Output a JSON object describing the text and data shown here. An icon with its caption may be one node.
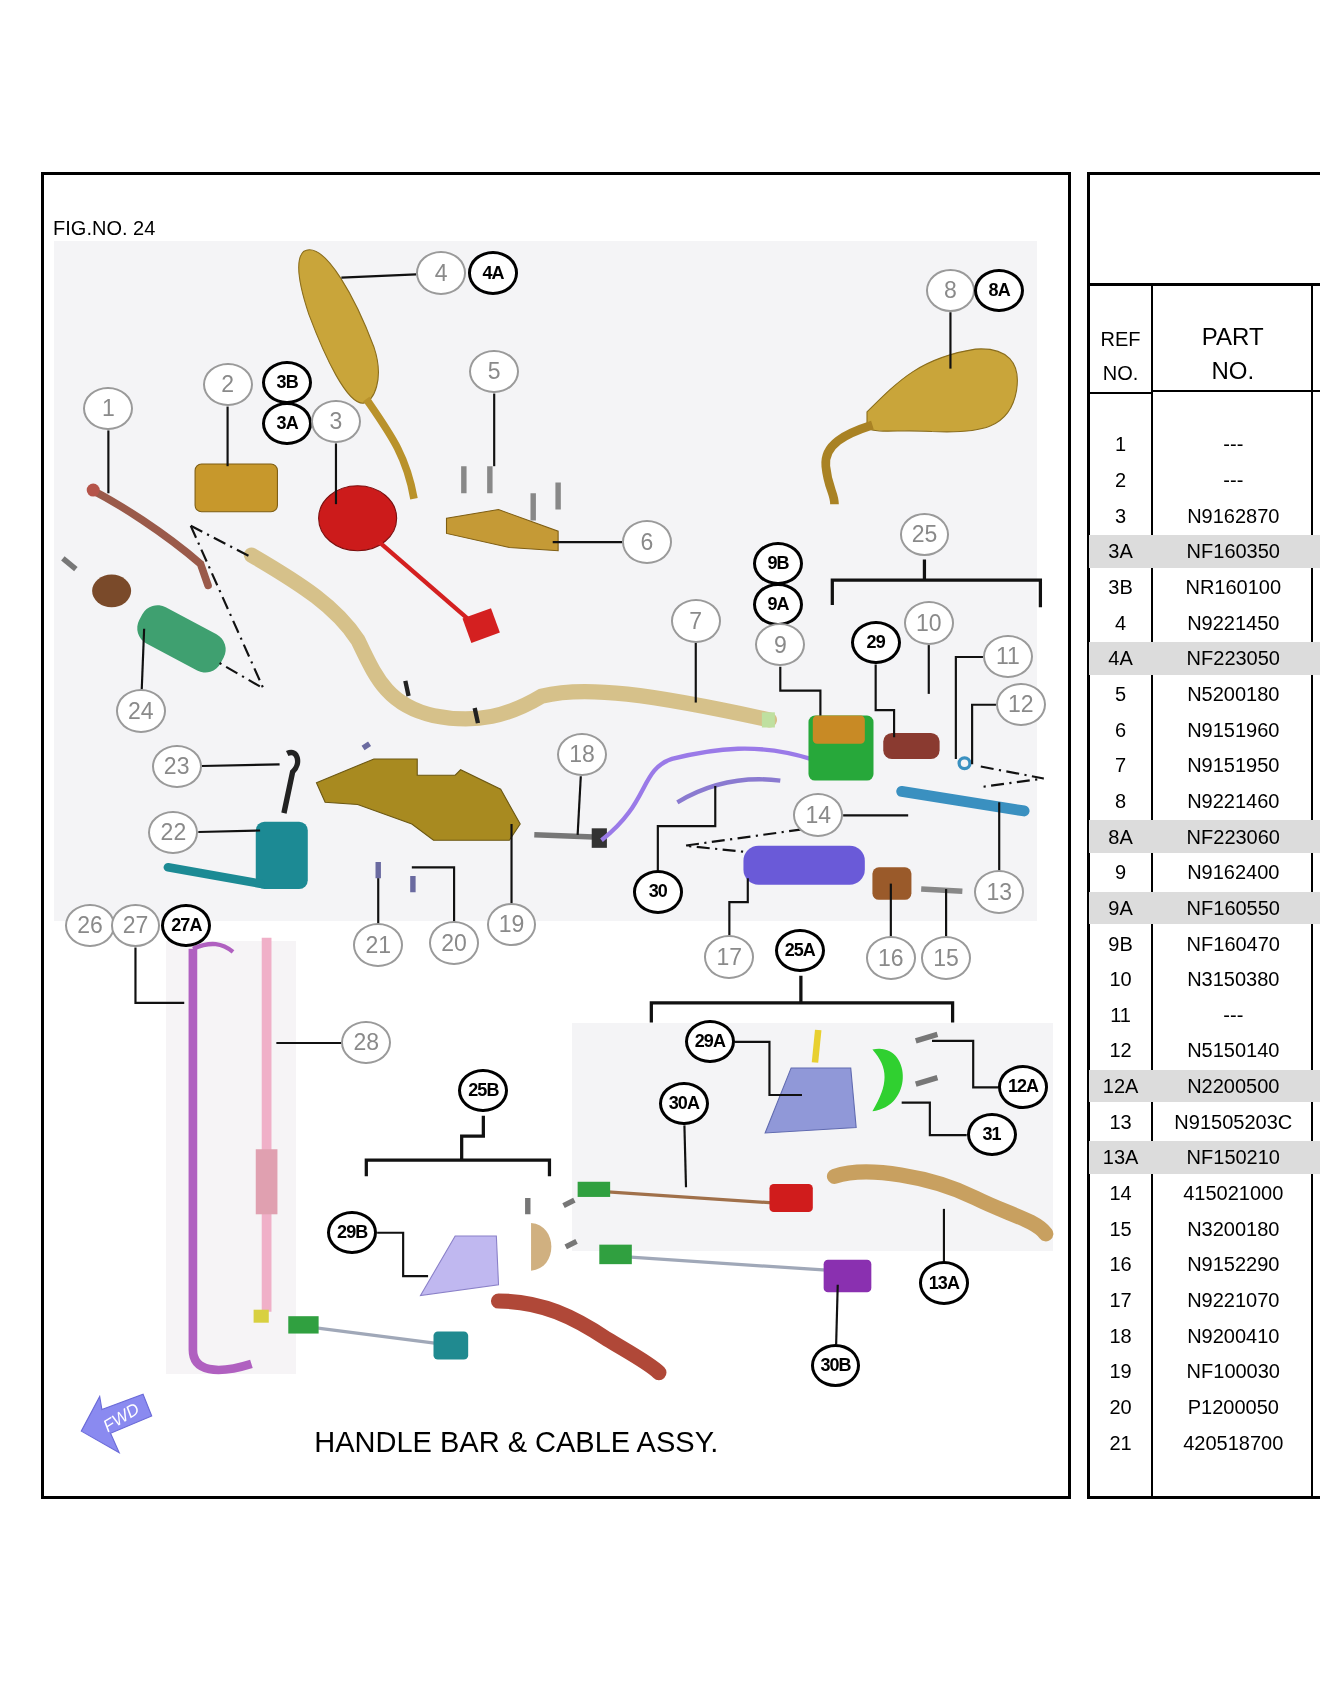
{
  "diagram": {
    "nodes": [
      {
        "text": [
          "1"
        ]
      },
      {
        "text": [
          "2"
        ]
      },
      {
        "text": [
          "3B"
        ]
      },
      {
        "text": [
          "3A"
        ]
      },
      {
        "text": [
          "3"
        ]
      },
      {
        "text": [
          "4"
        ]
      },
      {
        "text": [
          "4A"
        ]
      },
      {
        "text": [
          "5"
        ]
      },
      {
        "text": [
          "6"
        ]
      },
      {
        "text": [
          "7"
        ]
      },
      {
        "text": [
          "8"
        ]
      },
      {
        "text": [
          "8A"
        ]
      },
      {
        "text": [
          "25"
        ]
      },
      {
        "text": [
          "9B"
        ]
      },
      {
        "text": [
          "9A"
        ]
      },
      {
        "text": [
          "9"
        ]
      },
      {
        "text": [
          "29"
        ]
      },
      {
        "text": [
          "10"
        ]
      },
      {
        "text": [
          "11"
        ]
      },
      {
        "text": [
          "12"
        ]
      },
      {
        "text": [
          "24"
        ]
      },
      {
        "text": [
          "23"
        ]
      },
      {
        "text": [
          "18"
        ]
      },
      {
        "text": [
          "14"
        ]
      },
      {
        "text": [
          "22"
        ]
      },
      {
        "text": [
          "30"
        ]
      },
      {
        "text": [
          "13"
        ]
      },
      {
        "text": [
          "26"
        ]
      },
      {
        "text": [
          "27"
        ]
      },
      {
        "text": [
          "27A"
        ]
      },
      {
        "text": [
          "21"
        ]
      },
      {
        "text": [
          "20"
        ]
      },
      {
        "text": [
          "19"
        ]
      },
      {
        "text": [
          "17"
        ]
      },
      {
        "text": [
          "25A"
        ]
      },
      {
        "text": [
          "16"
        ]
      },
      {
        "text": [
          "15"
        ]
      },
      {
        "text": [
          "28"
        ]
      },
      {
        "text": [
          "29A"
        ]
      },
      {
        "text": [
          "25B"
        ]
      },
      {
        "text": [
          "12A"
        ]
      },
      {
        "text": [
          "30A"
        ]
      },
      {
        "text": [
          "31"
        ]
      },
      {
        "text": [
          "29B"
        ]
      },
      {
        "text": [
          "13A"
        ]
      },
      {
        "text": [
          "30B"
        ]
      }
    ],
    "edges": [
      {
        "from": 0,
        "to": null,
        "arrow": "none"
      },
      {
        "from": 1,
        "to": null,
        "arrow": "none"
      },
      {
        "from": 4,
        "to": null,
        "arrow": "none"
      },
      {
        "from": 5,
        "to": null,
        "arrow": "none"
      },
      {
        "from": 7,
        "to": null,
        "arrow": "none"
      },
      {
        "from": 8,
        "to": null,
        "arrow": "none"
      },
      {
        "from": 9,
        "to": null,
        "arrow": "none"
      },
      {
        "from": 10,
        "to": null,
        "arrow": "none"
      },
      {
        "from": 15,
        "to": null,
        "arrow": "none"
      },
      {
        "from": 16,
        "to": null,
        "arrow": "none"
      },
      {
        "from": 17,
        "to": null,
        "arrow": "none"
      },
      {
        "from": 18,
        "to": null,
        "arrow": "none"
      },
      {
        "from": 19,
        "to": null,
        "arrow": "none"
      },
      {
        "from": 20,
        "to": null,
        "arrow": "none"
      },
      {
        "from": 21,
        "to": null,
        "arrow": "none"
      },
      {
        "from": 22,
        "to": null,
        "arrow": "none"
      },
      {
        "from": 23,
        "to": null,
        "arrow": "none"
      },
      {
        "from": 24,
        "to": null,
        "arrow": "none"
      },
      {
        "from": 25,
        "to": null,
        "arrow": "none"
      },
      {
        "from": 26,
        "to": null,
        "arrow": "none"
      },
      {
        "from": 30,
        "to": null,
        "arrow": "none"
      },
      {
        "from": 31,
        "to": null,
        "arrow": "none"
      },
      {
        "from": 32,
        "to": null,
        "arrow": "none"
      },
      {
        "from": 33,
        "to": null,
        "arrow": "none"
      },
      {
        "from": 35,
        "to": null,
        "arrow": "none"
      },
      {
        "from": 36,
        "to": null,
        "arrow": "none"
      },
      {
        "from": 28,
        "to": null,
        "arrow": "none"
      },
      {
        "from": 37,
        "to": null,
        "arrow": "none"
      },
      {
        "from": 38,
        "to": null,
        "arrow": "none"
      },
      {
        "from": 40,
        "to": null,
        "arrow": "none"
      },
      {
        "from": 41,
        "to": null,
        "arrow": "none"
      },
      {
        "from": 42,
        "to": null,
        "arrow": "none"
      },
      {
        "from": 43,
        "to": null,
        "arrow": "none"
      },
      {
        "from": 44,
        "to": null,
        "arrow": "none"
      },
      {
        "from": 45,
        "to": null,
        "arrow": "none"
      }
    ],
    "labels": [
      "FIG.NO. 24",
      "FWD",
      "HANDLE BAR & CABLE ASSY.",
      "REF NO.",
      "PART NO.",
      "1",
      "---",
      "2",
      "---",
      "3",
      "N9162870",
      "3A",
      "NF160350",
      "3B",
      "NR160100",
      "4",
      "N9221450",
      "4A",
      "NF223050",
      "5",
      "N5200180",
      "6",
      "N9151960",
      "7",
      "N9151950",
      "8",
      "N9221460",
      "8A",
      "NF223060",
      "9",
      "N9162400",
      "9A",
      "NF160550",
      "9B",
      "NF160470",
      "10",
      "N3150380",
      "11",
      "---",
      "12",
      "N5150140",
      "12A",
      "N2200500",
      "13",
      "N91505203C",
      "13A",
      "NF150210",
      "14",
      "415021000",
      "15",
      "N3200180",
      "16",
      "N9152290",
      "17",
      "N9221070",
      "18",
      "N9200410",
      "19",
      "NF100030",
      "20",
      "P1200050",
      "21",
      "420518700"
    ]
  }
}
